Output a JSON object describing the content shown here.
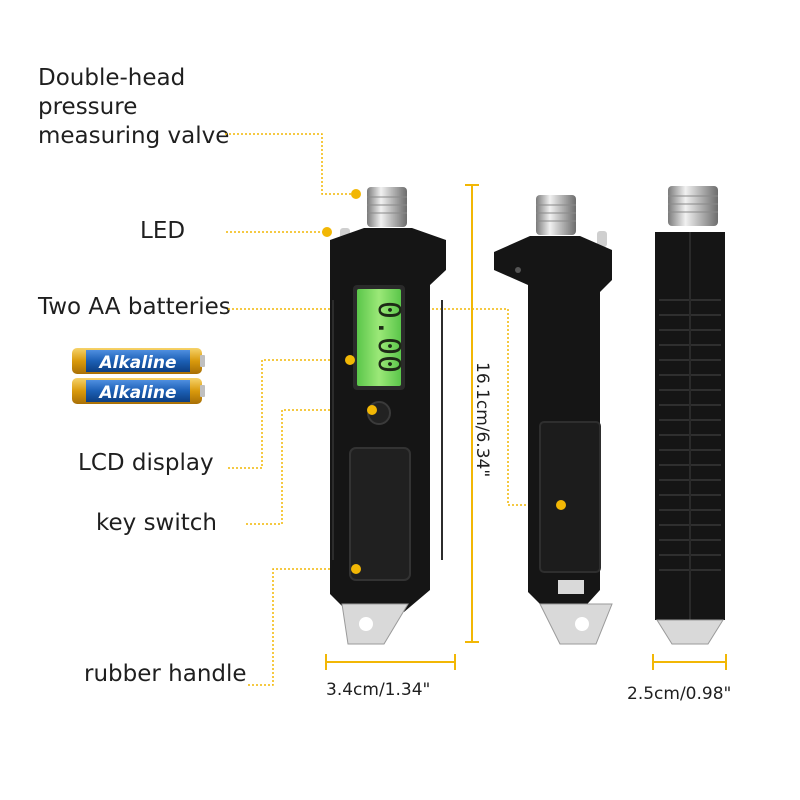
{
  "labels": {
    "valve": "Double-head pressure measuring valve",
    "led": "LED",
    "batteries": "Two AA batteries",
    "lcd": "LCD display",
    "key": "key switch",
    "handle": "rubber handle"
  },
  "battery": {
    "brand": "Alkaline"
  },
  "lcd_reading": "0.00",
  "dimensions": {
    "height": "16.1cm/6.34\"",
    "front_width": "3.4cm/1.34\"",
    "side_width": "2.5cm/0.98\""
  },
  "colors": {
    "accent": "#f2b705",
    "body": "#151515",
    "lcd": "#7fd85a",
    "battery_gold": "#e2a812",
    "battery_blue": "#1c5fb5"
  }
}
